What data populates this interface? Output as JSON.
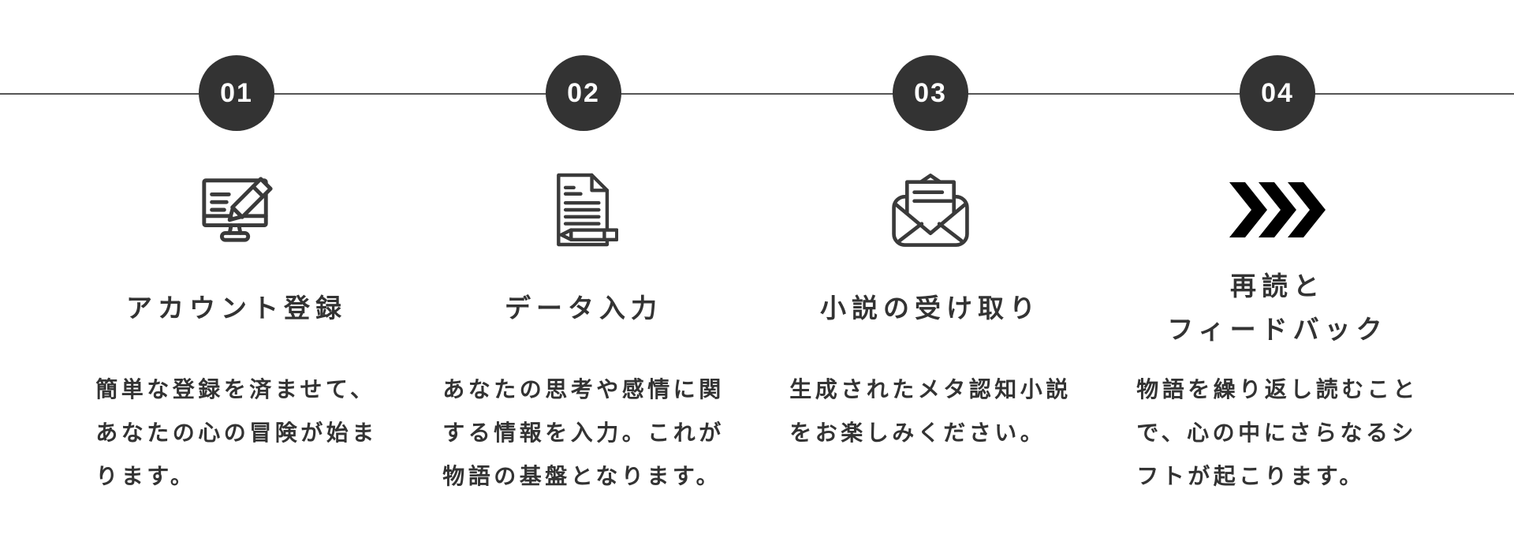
{
  "colors": {
    "circle": "#333333",
    "line": "#555555",
    "text": "#333333",
    "chevron": "#000000",
    "icon_stroke": "#3a3a3a"
  },
  "steps": [
    {
      "number": "01",
      "icon": "monitor-pencil-icon",
      "title": "アカウント登録",
      "description": "簡単な登録を済ませて、\nあなたの心の冒険が始ま\nります。"
    },
    {
      "number": "02",
      "icon": "document-pen-icon",
      "title": "データ入力",
      "description": "あなたの思考や感情に関\nする情報を入力。これが\n物語の基盤となります。"
    },
    {
      "number": "03",
      "icon": "open-envelope-icon",
      "title": "小説の受け取り",
      "description": "生成されたメタ認知小説\nをお楽しみください。"
    },
    {
      "number": "04",
      "icon": "triple-chevron-icon",
      "title": "再読と\nフィードバック",
      "description": "物語を繰り返し読むこと\nで、心の中にさらなるシ\nフトが起こります。"
    }
  ]
}
